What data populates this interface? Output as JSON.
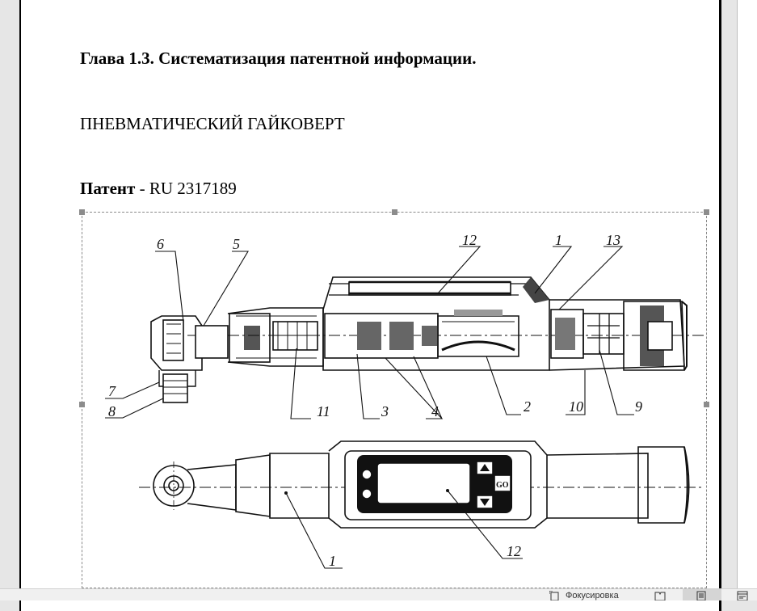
{
  "document": {
    "heading": "Глава 1.3.  Систематизация патентной информации.",
    "subtitle": "ПНЕВМАТИЧЕСКИЙ ГАЙКОВЕРТ",
    "patent_label": "Патент",
    "patent_sep": " - ",
    "patent_number": "RU 2317189"
  },
  "figure": {
    "top_callouts": [
      "6",
      "5",
      "12",
      "1",
      "13",
      "7",
      "8",
      "11",
      "3",
      "4",
      "2",
      "10",
      "9"
    ],
    "bottom_callouts": [
      "1",
      "12"
    ],
    "button_go": "GO"
  },
  "statusbar": {
    "focus_label": "Фокусировка",
    "icons": [
      "focus-icon",
      "read-mode-icon",
      "print-layout-icon",
      "web-layout-icon"
    ]
  }
}
